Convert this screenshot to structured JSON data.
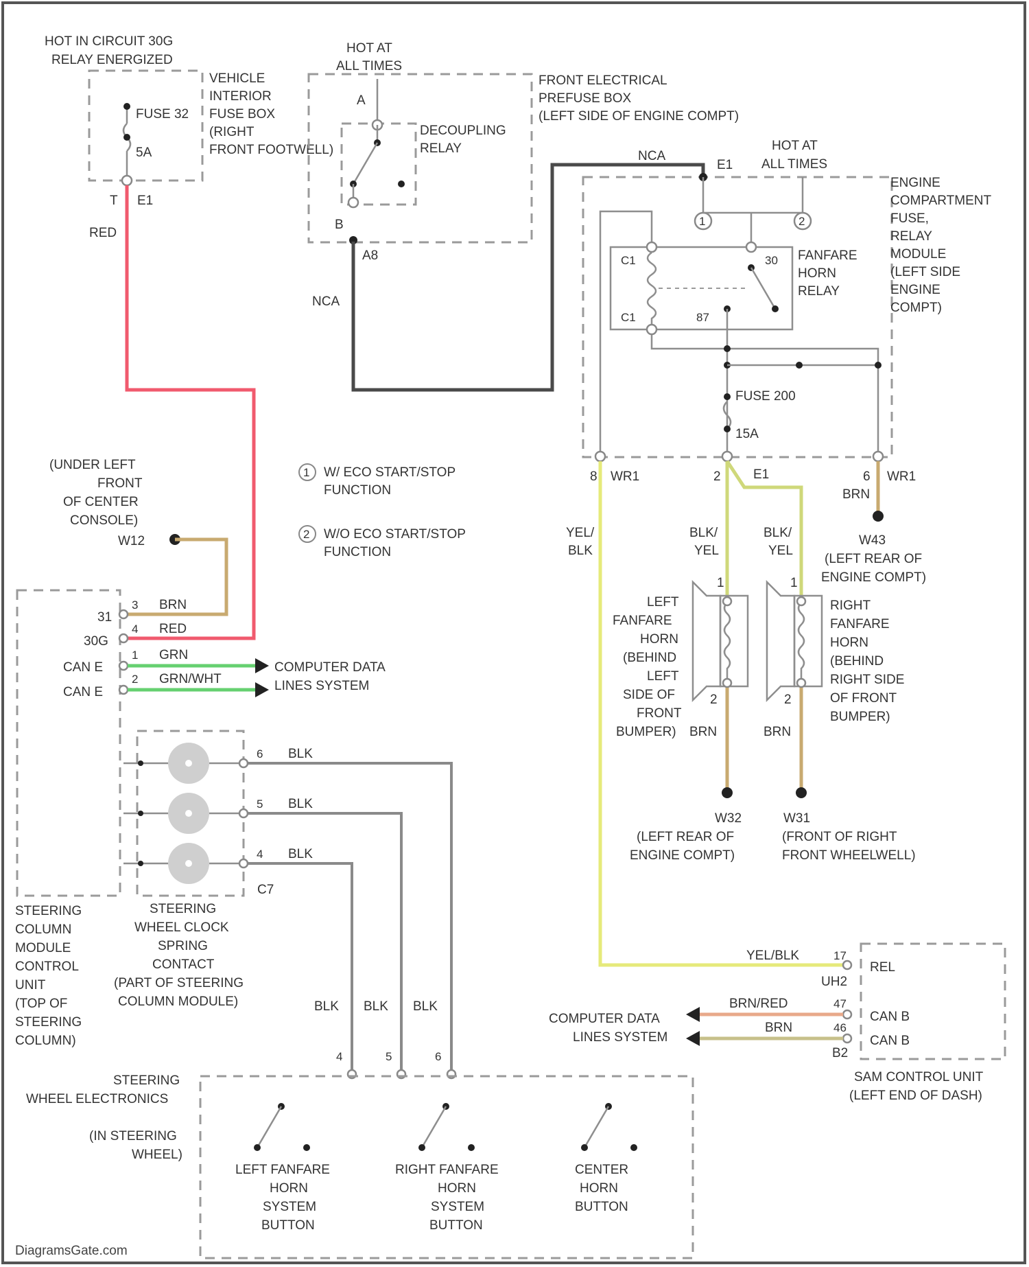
{
  "labels": {
    "hot_circuit": [
      "HOT IN CIRCUIT 30G",
      "RELAY ENERGIZED"
    ],
    "vehicle_fuse_box": [
      "VEHICLE",
      "INTERIOR",
      "FUSE BOX",
      "(RIGHT",
      "FRONT FOOTWELL)"
    ],
    "fuse32": "FUSE 32",
    "fuse32_amp": "5A",
    "hot_all_times_1": [
      "HOT AT",
      "ALL TIMES"
    ],
    "front_prefuse": [
      "FRONT ELECTRICAL",
      "PREFUSE BOX",
      "(LEFT SIDE OF ENGINE COMPT)"
    ],
    "decoupling_relay": [
      "DECOUPLING",
      "RELAY"
    ],
    "pin_a": "A",
    "pin_b": "B",
    "pin_a8": "A8",
    "pin_t": "T",
    "pin_e1": "E1",
    "pin_e1b": "E1",
    "nca_1": "NCA",
    "nca_2": "NCA",
    "red_1": "RED",
    "hot_all_times_2": [
      "HOT AT",
      "ALL TIMES"
    ],
    "engine_fuse_module": [
      "ENGINE",
      "COMPARTMENT",
      "FUSE,",
      "RELAY",
      "MODULE",
      "(LEFT SIDE",
      "ENGINE",
      "COMPT)"
    ],
    "fanfare_relay": [
      "FANFARE",
      "HORN",
      "RELAY"
    ],
    "relay_pin_c1": "C1",
    "relay_pin_c2": "C1",
    "relay_pin_30": "30",
    "relay_pin_87": "87",
    "fuse200": "FUSE 200",
    "fuse200_amp": "15A",
    "pin_8": "8",
    "pin_2": "2",
    "pin_6": "6",
    "wr1_a": "WR1",
    "wr1_b": "WR1",
    "e1_c": "E1",
    "brn_1": "BRN",
    "w43": [
      "W43",
      "(LEFT REAR OF",
      "ENGINE COMPT)"
    ],
    "under_left": [
      "(UNDER LEFT",
      "FRONT",
      "OF CENTER",
      "CONSOLE)",
      "W12"
    ],
    "legend_1_num": "1",
    "legend_1": [
      "W/ ECO START/STOP",
      "FUNCTION"
    ],
    "legend_2_num": "2",
    "legend_2": [
      "W/O ECO START/STOP",
      "FUNCTION"
    ],
    "yel_blk_v": [
      "YEL/",
      "BLK"
    ],
    "blk_yel_1": [
      "BLK/",
      "YEL"
    ],
    "blk_yel_2": [
      "BLK/",
      "YEL"
    ],
    "left_horn": [
      "LEFT",
      "FANFARE",
      "HORN",
      "(BEHIND",
      "LEFT",
      "SIDE OF",
      "FRONT",
      "BUMPER)"
    ],
    "right_horn": [
      "RIGHT",
      "FANFARE",
      "HORN",
      "(BEHIND",
      "RIGHT SIDE",
      "OF FRONT",
      "BUMPER)"
    ],
    "horn_pin1a": "1",
    "horn_pin2a": "2",
    "horn_pin1b": "1",
    "horn_pin2b": "2",
    "brn_2": "BRN",
    "brn_3": "BRN",
    "w32": [
      "W32",
      "(LEFT REAR OF",
      "ENGINE COMPT)"
    ],
    "w31": [
      "W31",
      "(FRONT OF RIGHT",
      "FRONT WHEELWELL)"
    ],
    "scm_pins": [
      "3",
      "4",
      "1",
      "2"
    ],
    "scm_wires": [
      "BRN",
      "RED",
      "GRN",
      "GRN/WHT"
    ],
    "scm_left_labels": [
      "31",
      "30G",
      "CAN E",
      "CAN E"
    ],
    "computer_data_1": [
      "COMPUTER DATA",
      "LINES SYSTEM"
    ],
    "clock_pins": [
      "6",
      "5",
      "4"
    ],
    "clock_wires": [
      "BLK",
      "BLK",
      "BLK"
    ],
    "c7": "C7",
    "scm_name": [
      "STEERING",
      "COLUMN",
      "MODULE",
      "CONTROL",
      "UNIT",
      "(TOP OF",
      "STEERING",
      "COLUMN)"
    ],
    "clock_spring": [
      "STEERING",
      "WHEEL CLOCK",
      "SPRING",
      "CONTACT",
      "(PART OF STEERING",
      "COLUMN MODULE)"
    ],
    "sw_wires": [
      "BLK",
      "BLK",
      "BLK"
    ],
    "sw_pins": [
      "4",
      "5",
      "6"
    ],
    "steering_electronics": [
      "STEERING",
      "WHEEL ELECTRONICS",
      "",
      "(IN STEERING",
      "WHEEL)"
    ],
    "left_button": [
      "LEFT FANFARE",
      "HORN",
      "SYSTEM",
      "BUTTON"
    ],
    "right_button": [
      "RIGHT FANFARE",
      "HORN",
      "SYSTEM",
      "BUTTON"
    ],
    "center_button": [
      "CENTER",
      "HORN",
      "BUTTON"
    ],
    "yel_blk_h": "YEL/BLK",
    "pin_17": "17",
    "rel": "REL",
    "uh2": "UH2",
    "brn_red": "BRN/RED",
    "brn_4": "BRN",
    "pin_47": "47",
    "pin_46": "46",
    "b2": "B2",
    "can_b1": "CAN B",
    "can_b2": "CAN B",
    "computer_data_2": [
      "COMPUTER DATA",
      "LINES SYSTEM"
    ],
    "sam": [
      "SAM CONTROL UNIT",
      "(LEFT END OF DASH)"
    ],
    "watermark": "DiagramsGate.com"
  }
}
